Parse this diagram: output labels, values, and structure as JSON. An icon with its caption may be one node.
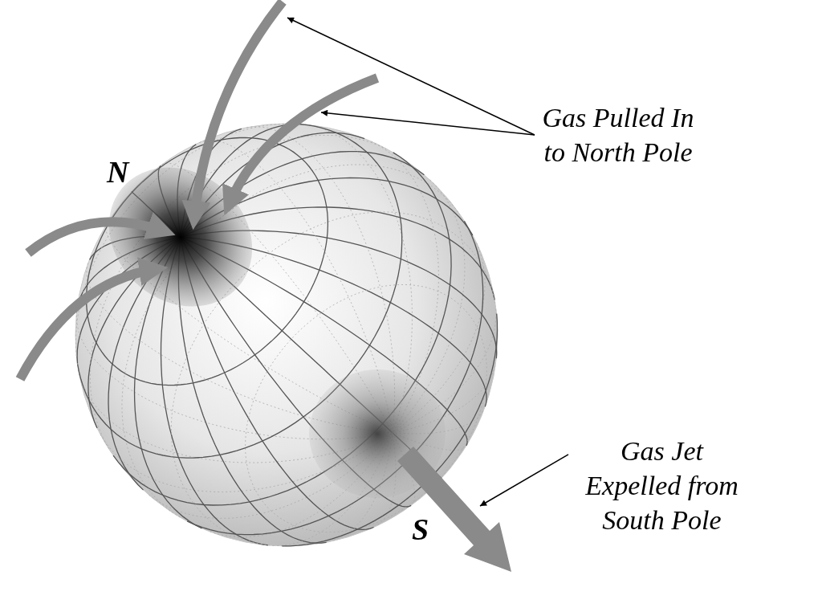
{
  "diagram": {
    "nodes": [
      {
        "text": [
          "Gas Pulled In to North Pole"
        ]
      },
      {
        "text": [],
        "shape": "arrow"
      },
      {
        "text": [],
        "shape": "arrow"
      },
      {
        "text": [
          "Gas Jet Expelled from South Pole"
        ]
      },
      {
        "text": [],
        "shape": "arrow"
      }
    ],
    "edges": [
      {
        "from": 0,
        "to": 1,
        "arrow": "to"
      },
      {
        "from": 0,
        "to": 2,
        "arrow": "to"
      },
      {
        "from": 3,
        "to": 4,
        "arrow": "to"
      }
    ],
    "labels": [
      "N",
      "S"
    ]
  }
}
